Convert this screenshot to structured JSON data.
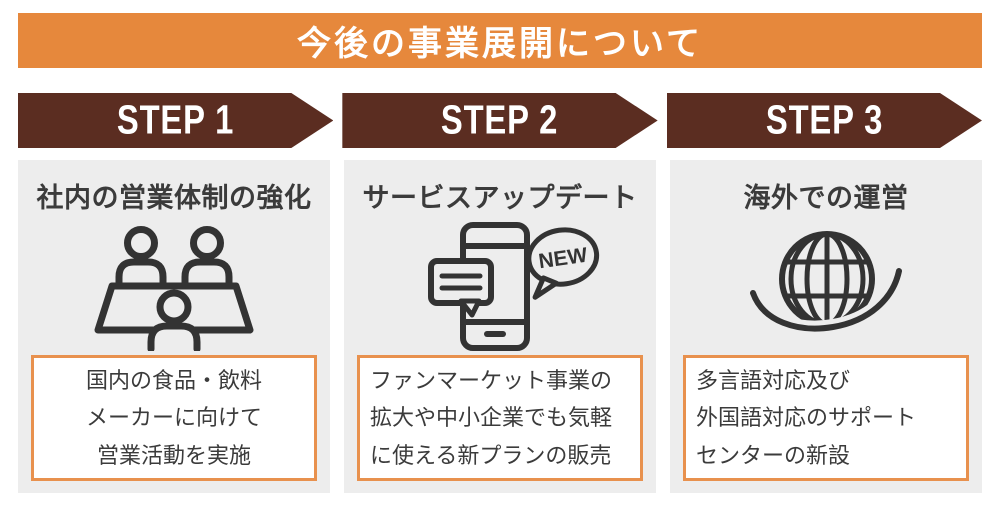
{
  "slide": {
    "title": "今後の事業展開について"
  },
  "colors": {
    "header_bg": "#e6883c",
    "banner_bg": "#5b2d21",
    "card_bg": "#ededed",
    "box_border": "#e8914e",
    "body_text": "#3b3b3b",
    "icon_stroke": "#333333",
    "banner_text": "#ffffff"
  },
  "steps": [
    {
      "banner": "STEP 1",
      "title": "社内の営業体制の強化",
      "icon": "meeting-table-icon",
      "description": "国内の食品・飲料\nメーカーに向けて\n営業活動を実施"
    },
    {
      "banner": "STEP 2",
      "title": "サービスアップデート",
      "icon": "smartphone-chat-icon",
      "badge": "NEW",
      "description": "ファンマーケット事業の\n拡大や中小企業でも気軽\nに使える新プランの販売"
    },
    {
      "banner": "STEP 3",
      "title": "海外での運営",
      "icon": "globe-orbit-icon",
      "description": "多言語対応及び\n外国語対応のサポート\nセンターの新設"
    }
  ]
}
